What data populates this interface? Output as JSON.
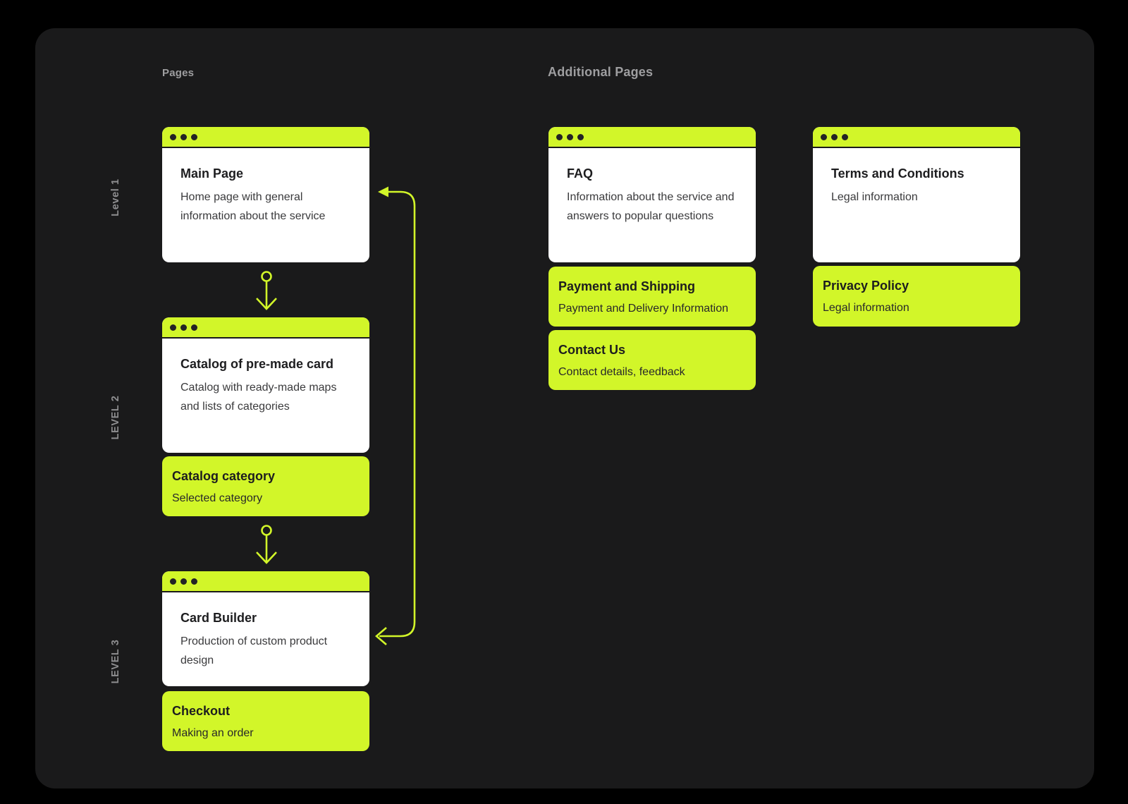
{
  "colors": {
    "background": "#000000",
    "surface": "#1a1a1b",
    "accent": "#d2f629",
    "card": "#ffffff",
    "title_text": "#1d1d1f",
    "body_text": "#3a3a3c",
    "muted_text": "#9e9ea0"
  },
  "icons": {
    "window_controls": "window-control-dots",
    "flow_arrow": "arrow-down-with-origin-circle",
    "link_connector": "elbow-arrow-left"
  },
  "sections": {
    "pages": {
      "header": "Pages",
      "levels": [
        {
          "label": "Level 1"
        },
        {
          "label": "LEVEL 2"
        },
        {
          "label": "LEVEL 3"
        }
      ],
      "cards": {
        "main_page": {
          "title": "Main Page",
          "description": "Home page with general information about the service"
        },
        "catalog": {
          "title": "Catalog of pre-made card",
          "description": "Catalog with ready-made maps and lists of categories"
        },
        "catalog_category": {
          "title": "Catalog category",
          "description": "Selected category"
        },
        "card_builder": {
          "title": "Card Builder",
          "description": "Production of custom product design"
        },
        "checkout": {
          "title": "Checkout",
          "description": "Making an order"
        }
      }
    },
    "additional": {
      "header": "Additional Pages",
      "cards": {
        "faq": {
          "title": "FAQ",
          "description": "Information about the service and answers to popular questions"
        },
        "payment_and_shipping": {
          "title": "Payment and Shipping",
          "description": "Payment and Delivery Information"
        },
        "contact_us": {
          "title": "Contact Us",
          "description": "Contact details, feedback"
        },
        "terms_and_conditions": {
          "title": "Terms and Conditions",
          "description": "Legal information"
        },
        "privacy_policy": {
          "title": "Privacy Policy",
          "description": "Legal information"
        }
      }
    }
  }
}
